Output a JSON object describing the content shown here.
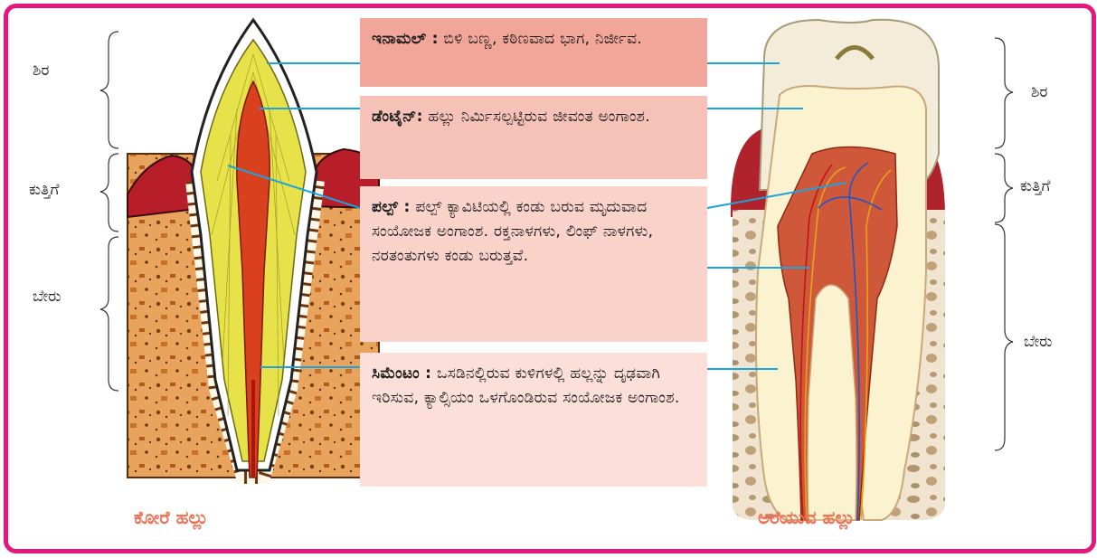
{
  "left_tooth": {
    "caption": "ಕೋರೆ ಹಲ್ಲು",
    "labels": {
      "crown": "ಶಿರ",
      "neck": "ಕುತ್ತಿಗೆ",
      "root": "ಬೇರು"
    }
  },
  "right_tooth": {
    "caption": "ಅರೆಯುವ ಹಲ್ಲು",
    "labels": {
      "crown": "ಶಿರ",
      "neck": "ಕುತ್ತಿಗೆ",
      "root": "ಬೇರು"
    }
  },
  "descriptions": [
    {
      "term": "ಇನಾಮಲ್ :",
      "text": " ಬಿಳಿ ಬಣ್ಣ, ಕಠಿಣವಾದ ಭಾಗ, ನಿರ್ಜೀವ."
    },
    {
      "term": "ಡೆಂಟೈನ್:",
      "text": " ಹಲ್ಲು ನಿರ್ಮಿಸಲ್ಪಟ್ಟಿರುವ ಜೀವಂತ ಅಂಗಾಂಶ."
    },
    {
      "term": "ಪಲ್ಪ್ :",
      "text": " ಪಲ್ಪ್ ಕ್ಯಾವಿಟಿಯಲ್ಲಿ ಕಂಡು ಬರುವ ಮೃದುವಾದ ಸಂಯೋಜಕ ಅಂಗಾಂಶ. ರಕ್ತನಾಳಗಳು, ಲಿಂಫ್ ನಾಳಗಳು, ನರತಂತುಗಳು ಕಂಡು ಬರುತ್ತವೆ."
    },
    {
      "term": "ಸಿಮೆಂಟಂ :",
      "text": " ಒಸಡಿನಲ್ಲಿರುವ ಕುಳಿಗಳಲ್ಲಿ ಹಲ್ಲನ್ನು ದೃಢವಾಗಿ ಇರಿಸುವ, ಕ್ಯಾಲ್ಸಿಯಂ ಒಳಗೊಂಡಿರುವ ಸಂಯೋಜಕ ಅಂಗಾಂಶ."
    }
  ],
  "colors": {
    "frame": "#e5177f",
    "caption": "#ef6f52",
    "leader_line": "#1aa3dc",
    "bone": "#e8a25c",
    "enamel_yellow": "#e8e24a",
    "pulp": "#d9411e",
    "gum": "#b81d2a"
  }
}
